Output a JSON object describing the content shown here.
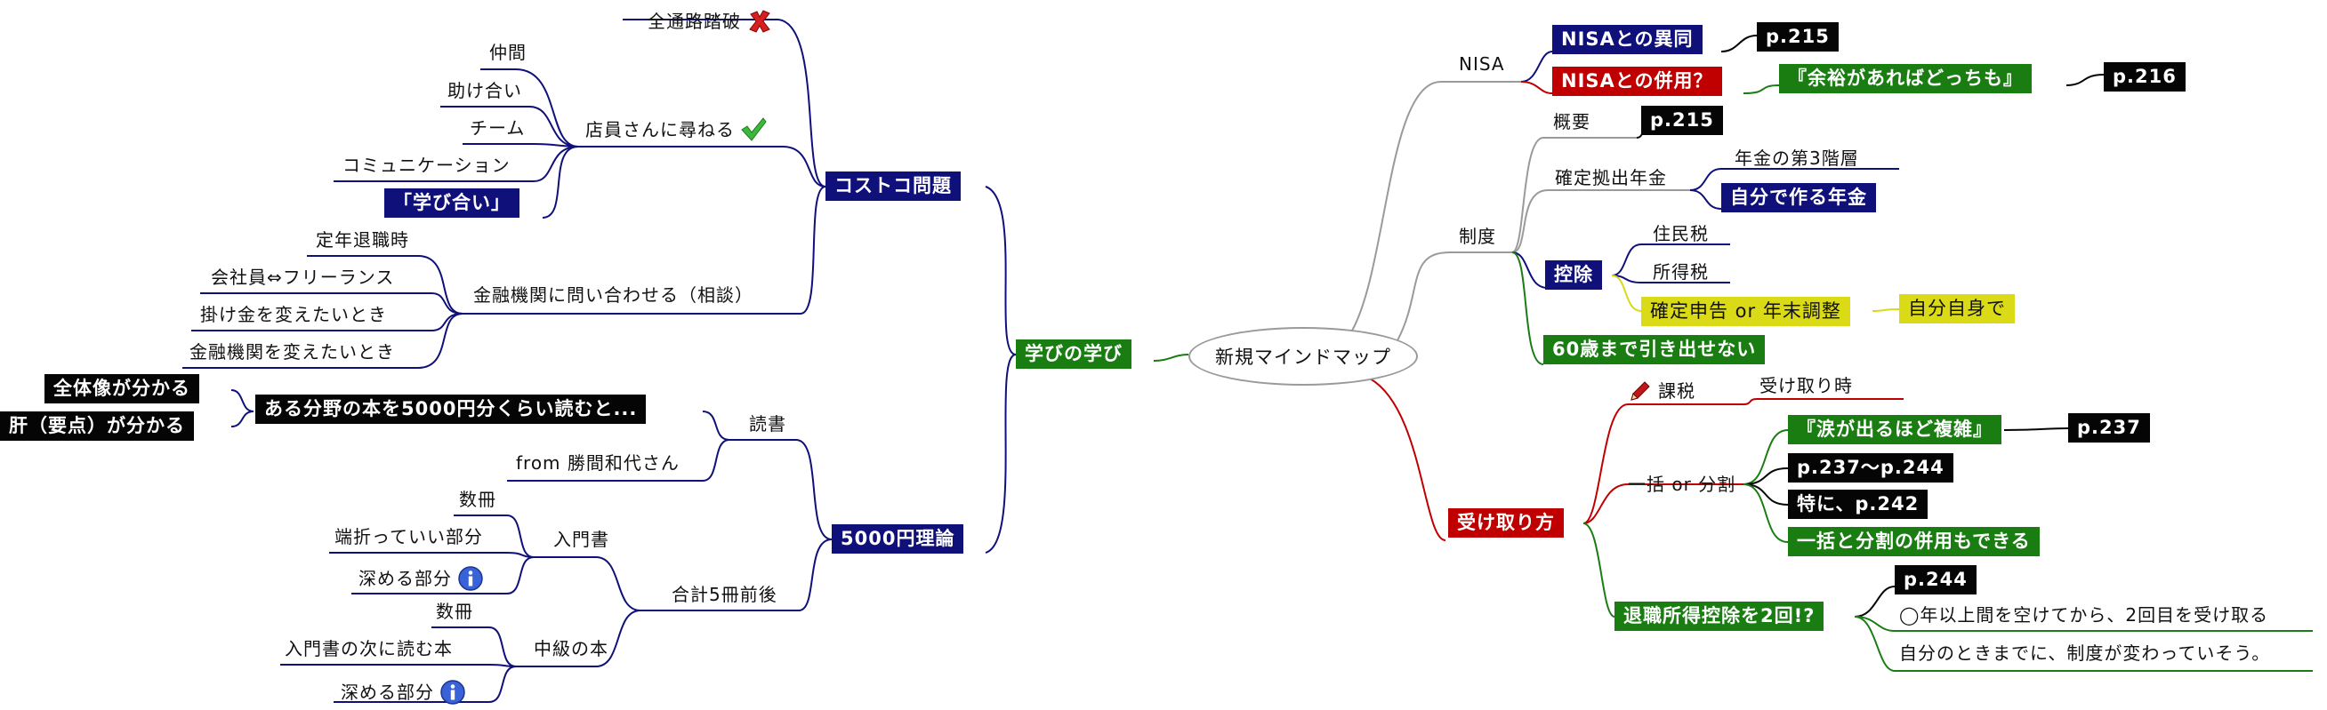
{
  "root": "新規マインドマップ",
  "left": {
    "manabi": "学びの学び",
    "costco": {
      "title": "コストコ問題",
      "zentsuro": "全通路踏破",
      "tenin": "店員さんに尋ねる",
      "tenin_children": [
        "仲間",
        "助け合い",
        "チーム",
        "コミュニケーション"
      ],
      "manabiai": "「学び合い」",
      "kinyu": "金融機関に問い合わせる（相談）",
      "kinyu_children": [
        "定年退職時",
        "会社員⇔フリーランス",
        "掛け金を変えたいとき",
        "金融機関を変えたいとき"
      ]
    },
    "theory": {
      "title": "5000円理論",
      "dokusho": "読書",
      "aru": "ある分野の本を5000円分くらい読むと...",
      "zentaizo": "全体像が分かる",
      "kimo": "肝（要点）が分かる",
      "from": "from 勝間和代さん",
      "gokei": "合計5冊前後",
      "nyumon": "入門書",
      "nyumon_children": [
        "数冊",
        "端折っていい部分",
        "深める部分"
      ],
      "chukyu": "中級の本",
      "chukyu_children": [
        "数冊",
        "入門書の次に読む本",
        "深める部分"
      ]
    }
  },
  "right": {
    "nisa": "NISA",
    "nisa_ido": "NISAとの異同",
    "p215a": "p.215",
    "nisa_heiyo": "NISAとの併用？",
    "yoyu": "『余裕があればどっちも』",
    "p216": "p.216",
    "seido": "制度",
    "gaiyo": "概要",
    "p215b": "p.215",
    "kakutei": "確定拠出年金",
    "dai3": "年金の第3階層",
    "jibun": "自分で作る年金",
    "kojo": "控除",
    "jumin": "住民税",
    "shotoku": "所得税",
    "shinkoku": "確定申告 or 年末調整",
    "jibunjishin": "自分自身で",
    "sai60": "60歳まで引き出せない",
    "uketori": "受け取り方",
    "kazei": "課税",
    "uketorizi": "受け取り時",
    "ikkatsu": "一括 or 分割",
    "namida": "『涙が出るほど複雑』",
    "p237": "p.237",
    "p237_244": "p.237〜p.244",
    "tokuni": "特に、p.242",
    "heiyo_dekiru": "一括と分割の併用もできる",
    "taishoku": "退職所得控除を2回!?",
    "p244": "p.244",
    "nen": "◯年以上間を空けてから、2回目を受け取る",
    "jibun_toki": "自分のときまでに、制度が変わっていそう。"
  },
  "colors": {
    "navy": "#10107a",
    "red": "#c00000",
    "green": "#1a7d12",
    "black": "#050505",
    "yellow": "#dada17",
    "gray": "#9a9a9a"
  }
}
